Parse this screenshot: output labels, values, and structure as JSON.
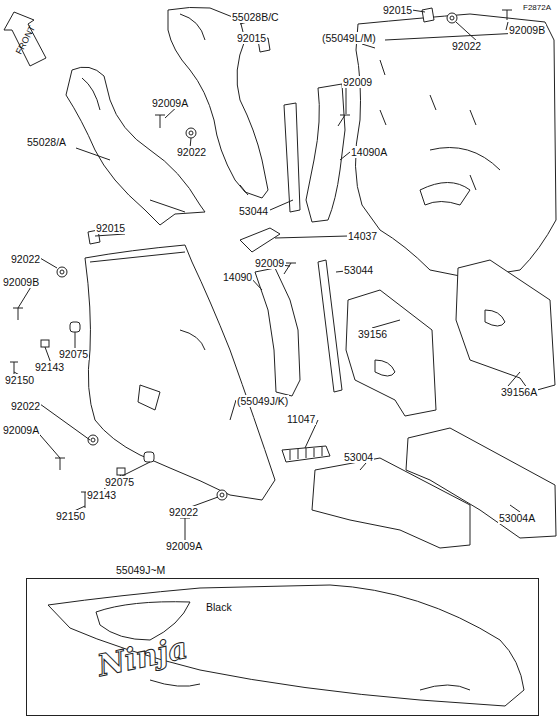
{
  "diagram": {
    "nodes": [
      {
        "text": [
          "55049J~M",
          "Black",
          "Ninja"
        ]
      }
    ],
    "labels": [
      "F2872A",
      "FRONT",
      "55028B/C",
      "92015",
      "92009B",
      "92015",
      "(55049L/M)",
      "92022",
      "92009A",
      "92009",
      "92022",
      "55028/A",
      "14090A",
      "53044",
      "14037",
      "92015",
      "92022",
      "92009",
      "92009B",
      "14090",
      "53044",
      "39156",
      "92075",
      "92143",
      "92150",
      "(55049J/K)",
      "39156A",
      "92022",
      "92009A",
      "11047",
      "53004",
      "92075",
      "92143",
      "92150",
      "92022",
      "92009A",
      "53004A"
    ]
  }
}
